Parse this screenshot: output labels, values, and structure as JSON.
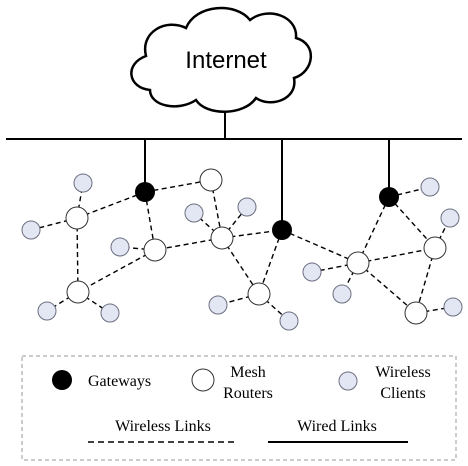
{
  "cloud_label": "Internet",
  "legend": {
    "gateways_label": "Gateways",
    "mesh_routers_label_line1": "Mesh",
    "mesh_routers_label_line2": "Routers",
    "wireless_clients_label_line1": "Wireless",
    "wireless_clients_label_line2": "Clients",
    "wireless_links_label": "Wireless Links",
    "wired_links_label": "Wired Links"
  },
  "colors": {
    "gateway_fill": "#000000",
    "router_fill": "#ffffff",
    "client_fill": "#e3e7f4",
    "line": "#000000"
  }
}
